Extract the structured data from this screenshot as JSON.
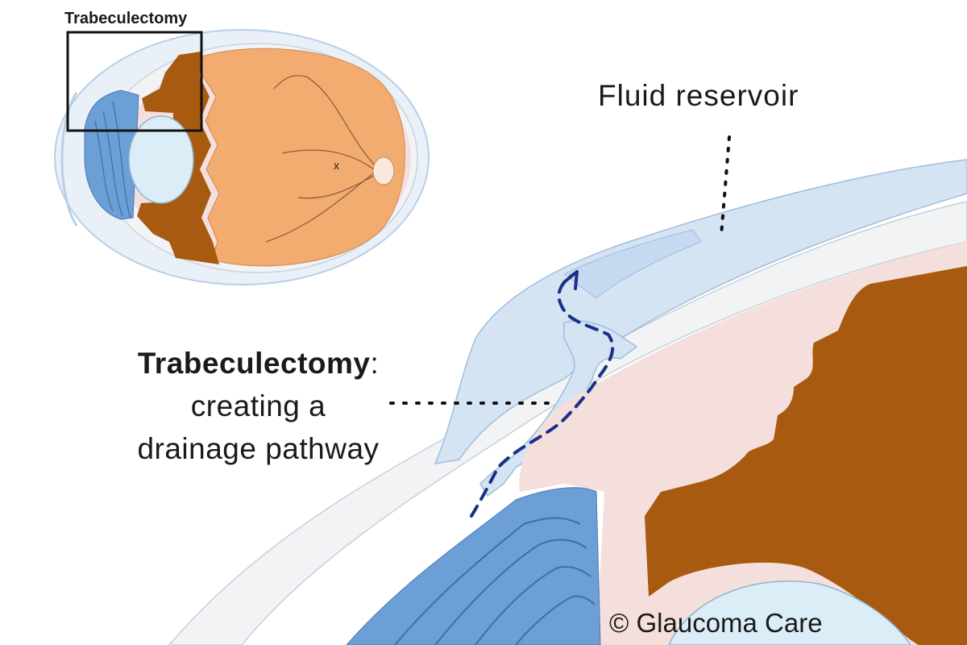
{
  "inset": {
    "title": "Trabeculectomy",
    "fovea_mark": "x"
  },
  "labels": {
    "fluid_reservoir": "Fluid reservoir",
    "procedure_name": "Trabeculectomy",
    "procedure_colon": ":",
    "procedure_line2": "creating a",
    "procedure_line3": "drainage pathway"
  },
  "credit": "© Glaucoma Care",
  "colors": {
    "conjunctiva": "#d5e4f3",
    "sclera": "#f2f3f5",
    "choroid": "#f5dfdc",
    "retina": "#f3ac70",
    "iris": "#a85a10",
    "ciliary": "#6c9fd6",
    "lens": "#dbeef7",
    "flow_arrow": "#1a2f8a"
  }
}
